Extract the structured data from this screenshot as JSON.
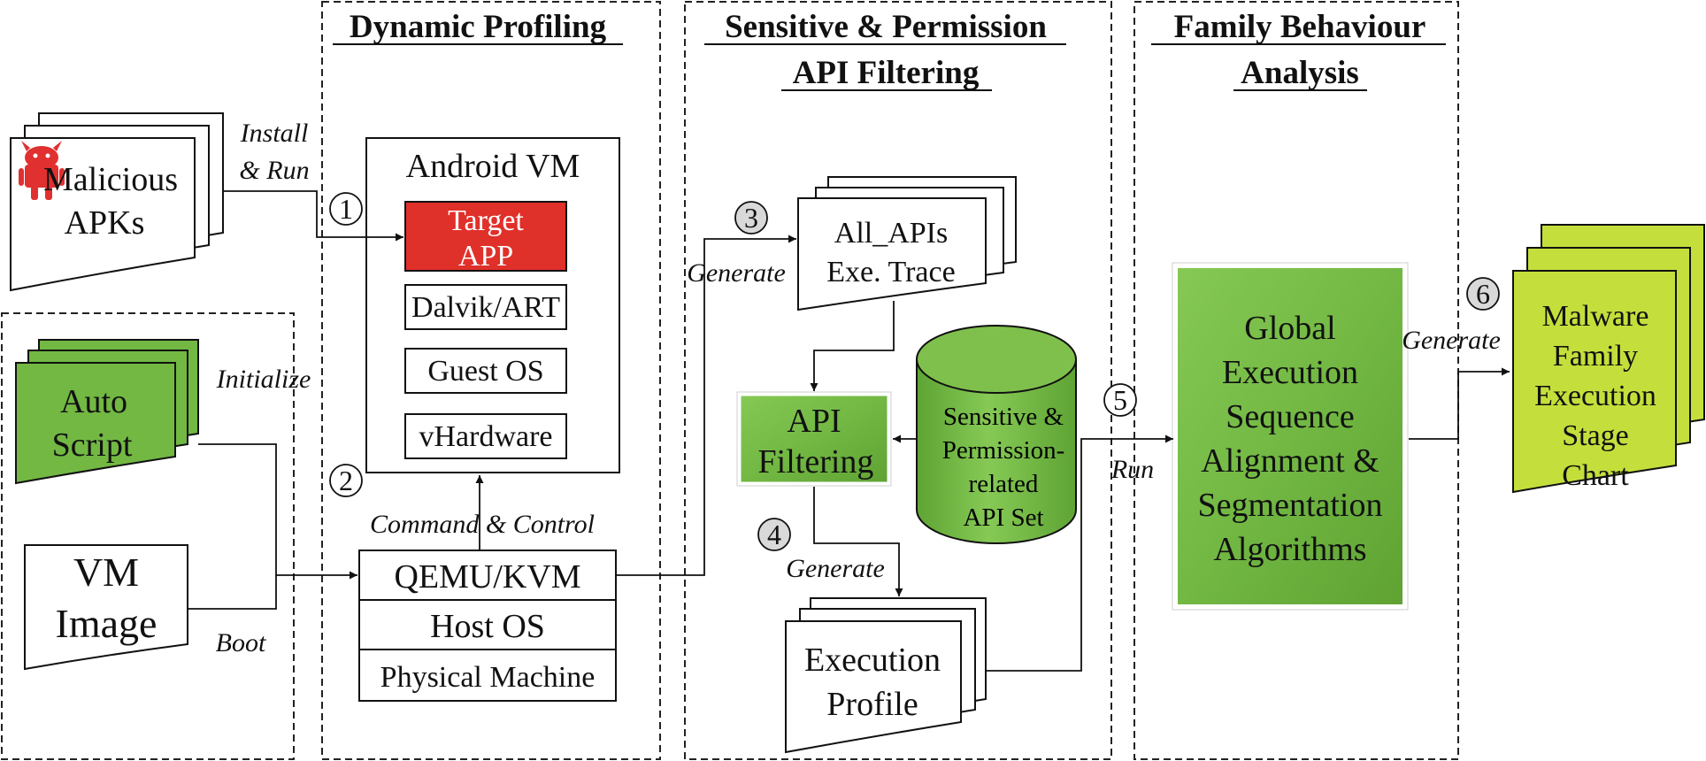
{
  "sections": {
    "dynamic_profiling": "Dynamic Profiling",
    "api_filtering": [
      "Sensitive & Permission",
      "API Filtering"
    ],
    "family_analysis": [
      "Family Behaviour",
      "Analysis"
    ]
  },
  "inputs": {
    "malicious_apks": [
      "Malicious",
      "APKs"
    ],
    "auto_script": [
      "Auto",
      "Script"
    ],
    "vm_image": [
      "VM",
      "Image"
    ]
  },
  "android_vm": {
    "title": "Android VM",
    "target_app": [
      "Target",
      "APP"
    ],
    "layers": [
      "Dalvik/ART",
      "Guest OS",
      "vHardware"
    ]
  },
  "host_stack": [
    "QEMU/KVM",
    "Host OS",
    "Physical Machine"
  ],
  "nodes": {
    "all_apis_trace": [
      "All_APIs",
      "Exe. Trace"
    ],
    "api_filtering": [
      "API",
      "Filtering"
    ],
    "api_set": [
      "Sensitive &",
      "Permission-",
      "related",
      "API Set"
    ],
    "execution_profile": [
      "Execution",
      "Profile"
    ],
    "algorithms": [
      "Global",
      "Execution",
      "Sequence",
      "Alignment &",
      "Segmentation",
      "Algorithms"
    ],
    "stage_chart": [
      "Malware",
      "Family",
      "Execution",
      "Stage",
      "Chart"
    ]
  },
  "edge_labels": {
    "install_run": [
      "Install",
      "& Run"
    ],
    "initialize": "Initialize",
    "boot": "Boot",
    "command_control": "Command & Control",
    "generate_3": "Generate",
    "generate_4": "Generate",
    "run_5": "Run",
    "generate_6": "Generate"
  },
  "steps": [
    "1",
    "2",
    "3",
    "4",
    "5",
    "6"
  ],
  "colors": {
    "target_red": "#e0302a",
    "green": "#72b843",
    "light_green": "#c4df3c",
    "android_red": "#e03030"
  }
}
